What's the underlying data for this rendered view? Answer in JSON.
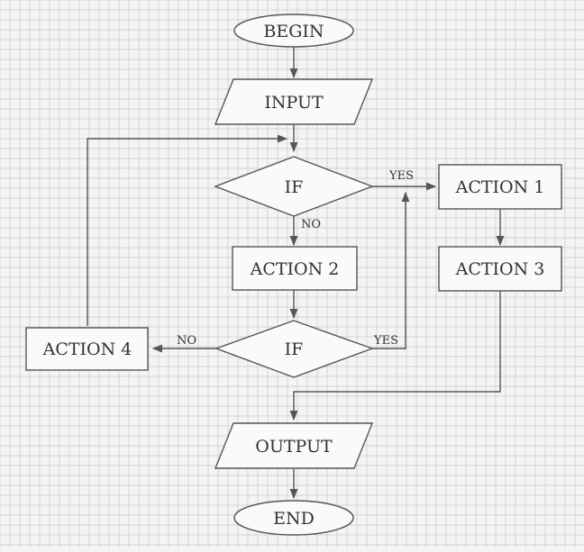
{
  "diagram": {
    "nodes": {
      "begin": "BEGIN",
      "input": "INPUT",
      "if1": "IF",
      "action1": "ACTION 1",
      "action2": "ACTION 2",
      "action3": "ACTION 3",
      "if2": "IF",
      "action4": "ACTION 4",
      "output": "OUTPUT",
      "end": "END"
    },
    "edge_labels": {
      "if1_yes": "YES",
      "if1_no": "NO",
      "if2_yes": "YES",
      "if2_no": "NO"
    },
    "colors": {
      "background": "#f4f4f4",
      "grid": "#c9c9c9",
      "stroke": "#555555",
      "shape_fill": "#fafafa",
      "text": "#333333"
    }
  }
}
